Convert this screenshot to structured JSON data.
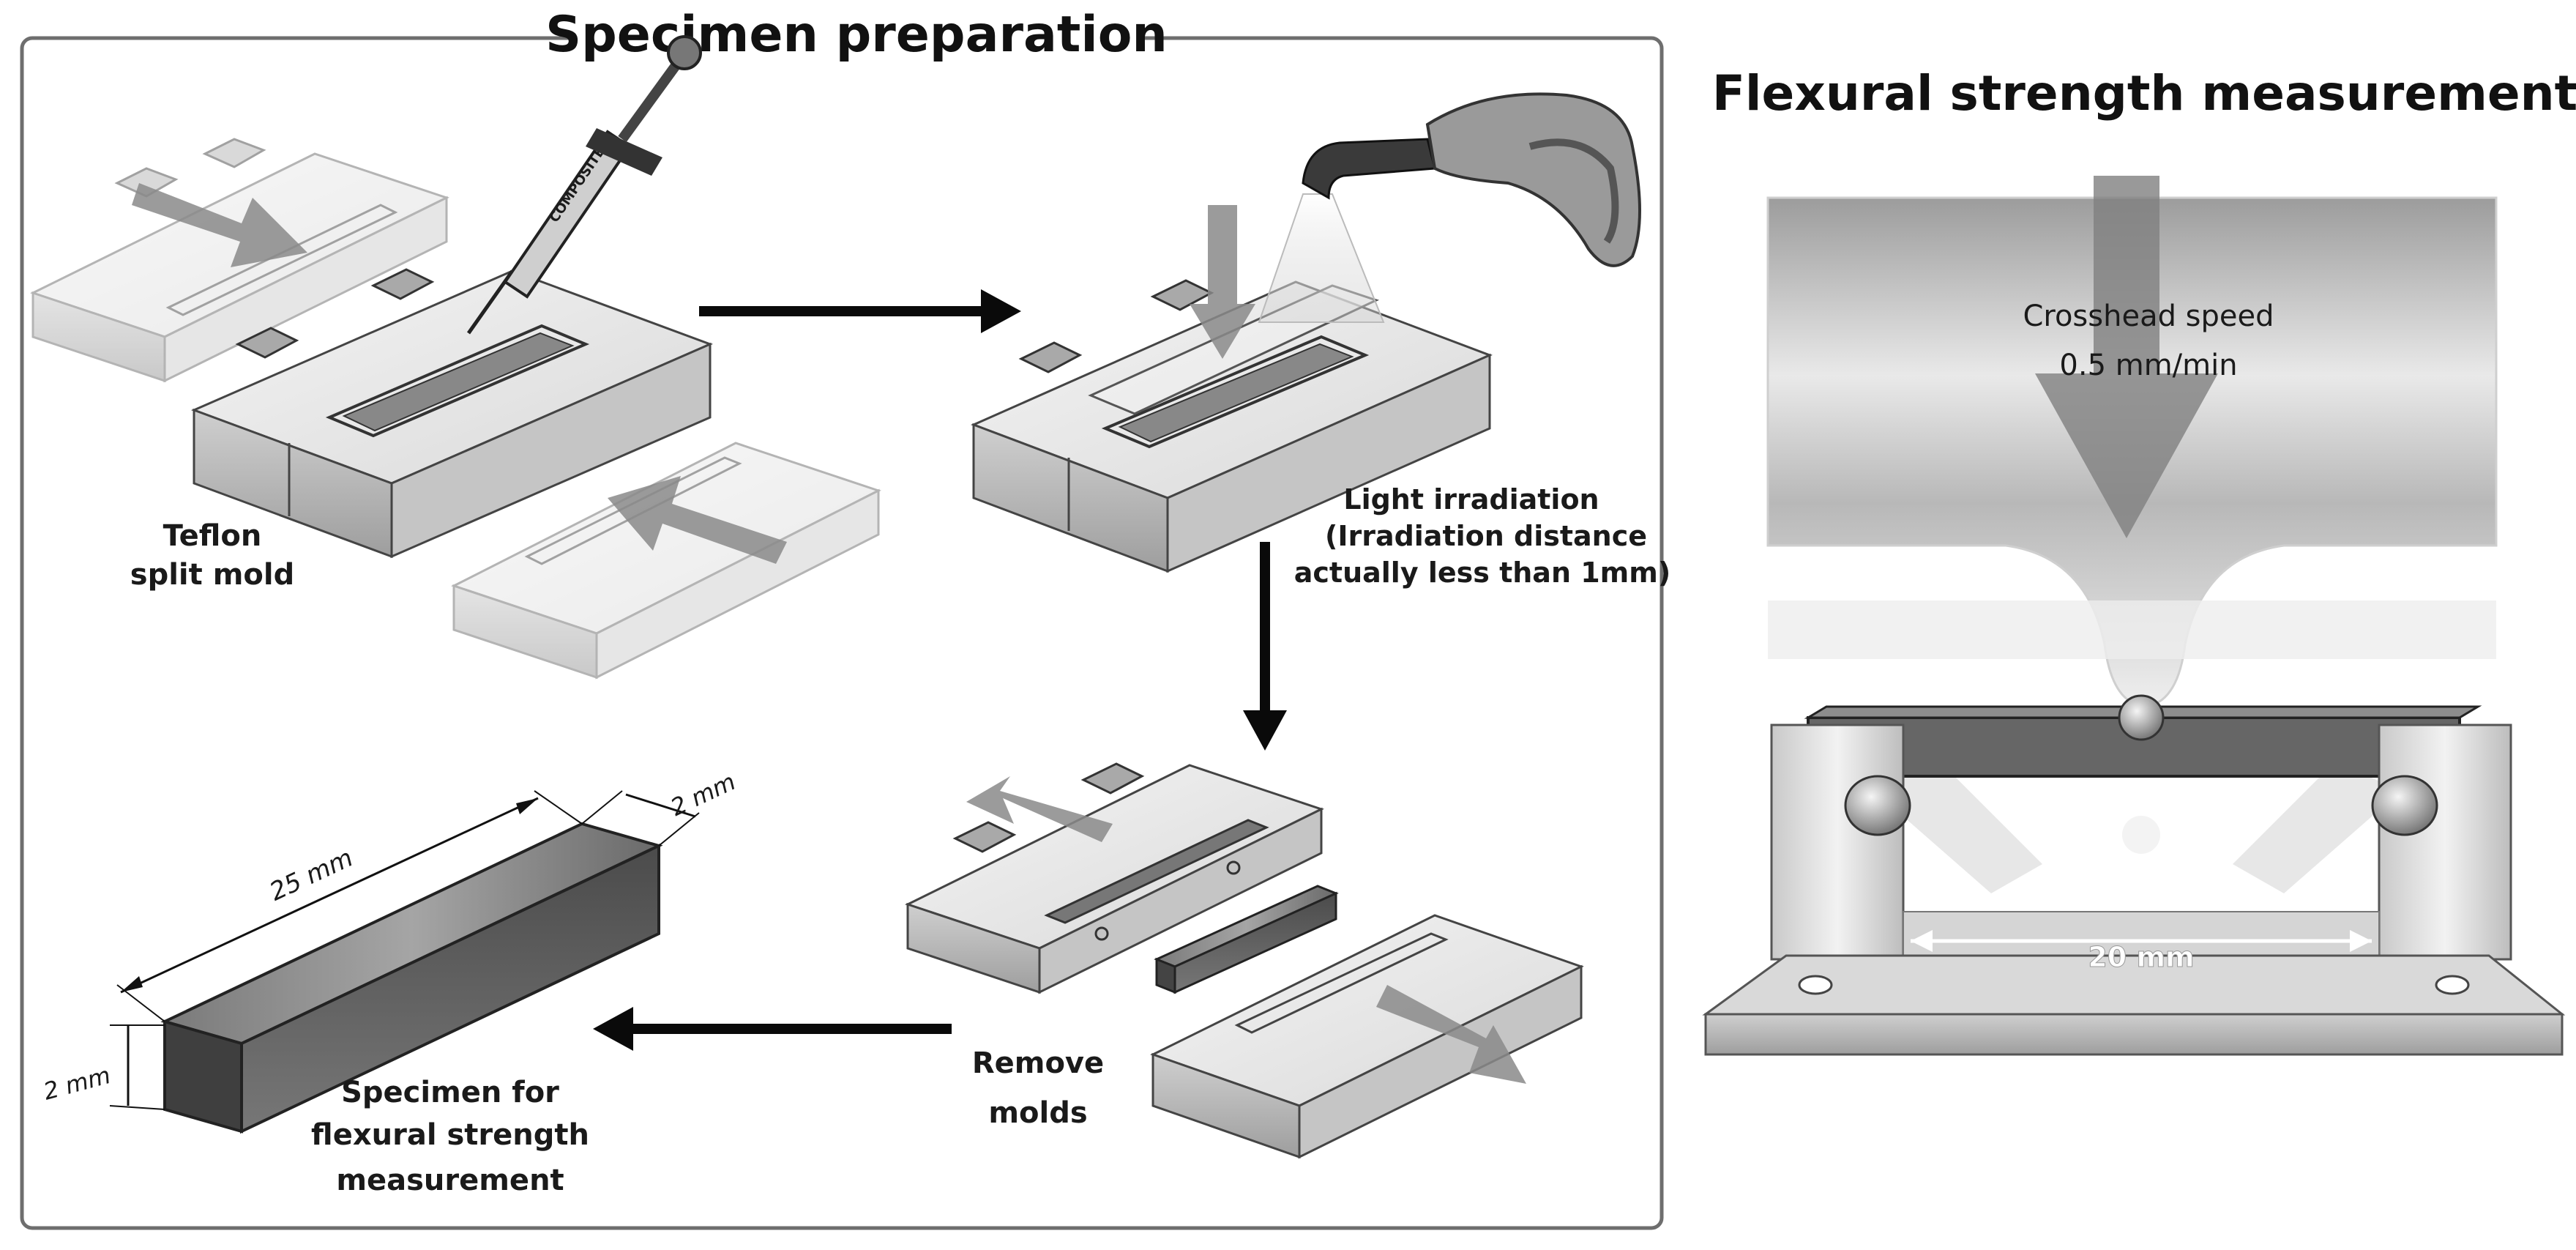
{
  "panels": {
    "preparation": {
      "title": "Specimen preparation",
      "mold_label": [
        "Teflon",
        "split mold"
      ],
      "irradiation_label": [
        "Light irradiation",
        "(Irradiation distance",
        "actually less than 1mm)"
      ],
      "remove_label": [
        "Remove",
        "molds"
      ],
      "specimen_label": [
        "Specimen for",
        "flexural strength",
        "measurement"
      ],
      "syringe_text": "COMPOSITE",
      "dims": {
        "length": "25 mm",
        "width": "2 mm",
        "height": "2 mm"
      }
    },
    "measurement": {
      "title": "Flexural strength measurement",
      "speed_label": [
        "Crosshead speed",
        "0.5 mm/min"
      ],
      "span_label": "20 mm"
    }
  },
  "colors": {
    "frame": "#6e6e6e",
    "wood": "#e6e6e6",
    "wood_dark": "#bdbdbd",
    "gray_arrow": "#8a8a8a",
    "black_arrow": "#0a0a0a",
    "specimen": "#555555"
  }
}
